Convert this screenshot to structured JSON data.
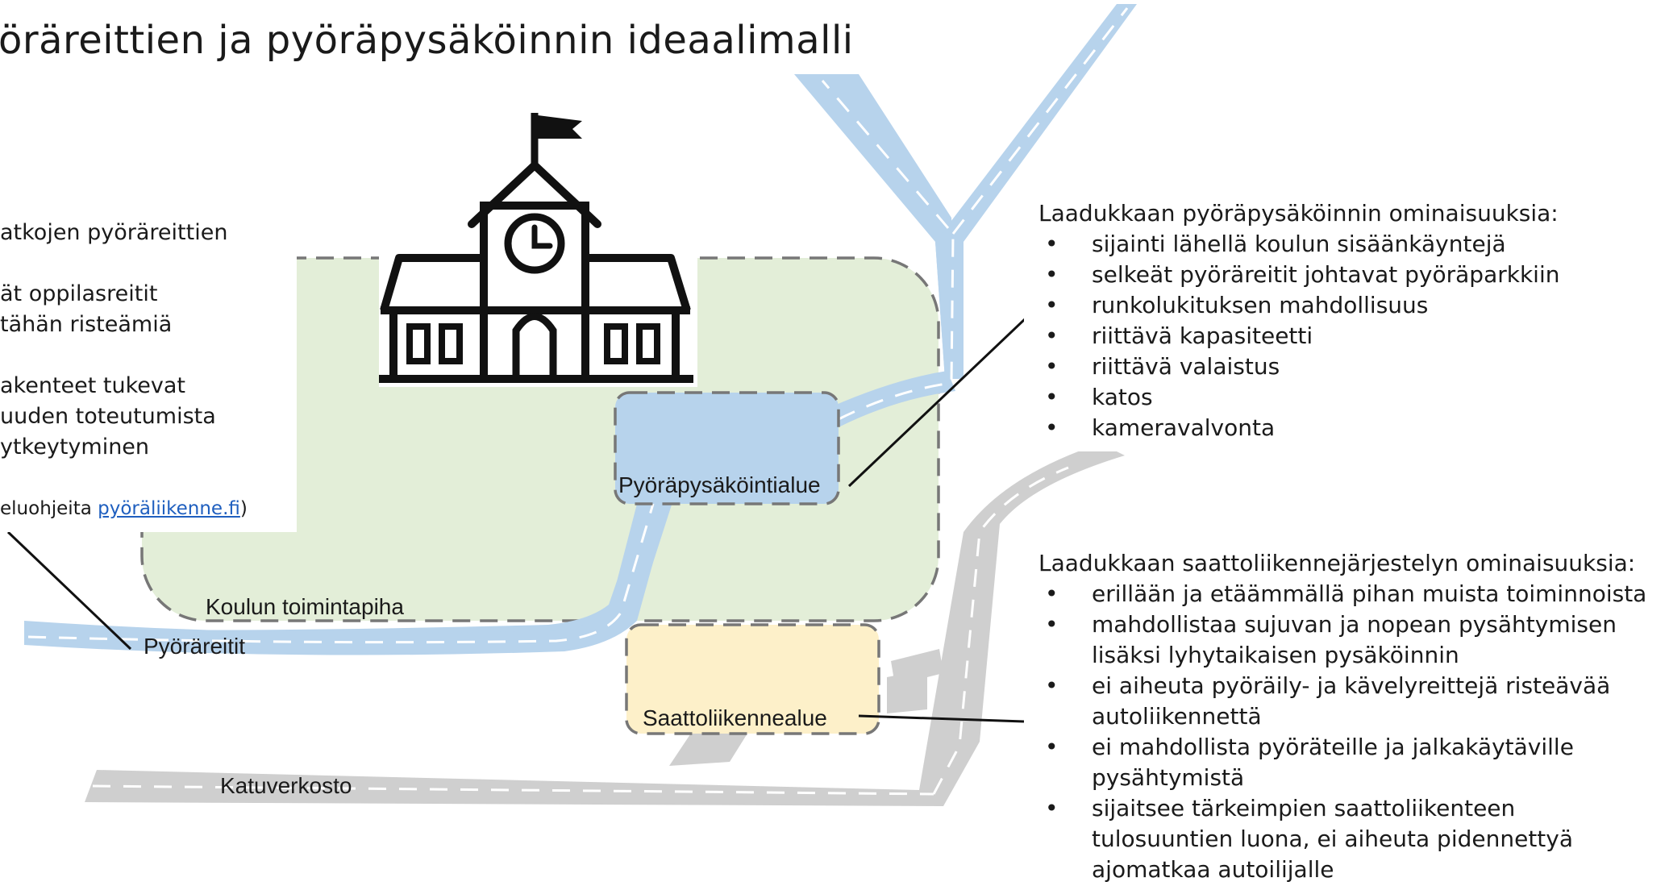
{
  "title": "öräreittien ja pyöräpysäköinnin ideaalimalli",
  "left_text": {
    "lines": [
      "atkojen pyöräreittien",
      "",
      "ät oppilasreitit",
      "tähän risteämiä",
      "",
      "akenteet tukevat",
      "uuden toteutumista",
      "ytkeytyminen"
    ],
    "footnote_prefix": "eluohjeita ",
    "footnote_link": "pyöräliikenne.fi",
    "footnote_suffix": ")"
  },
  "diagram_labels": {
    "bike_parking_area": "Pyöräpysäköintialue",
    "schoolyard": "Koulun toimintapiha",
    "bike_routes": "Pyöräreitit",
    "dropoff_area": "Saattoliikennealue",
    "street_network": "Katuverkosto"
  },
  "bike_parking_panel": {
    "heading": "Laadukkaan pyöräpysäköinnin ominaisuuksia:",
    "items": [
      "sijainti lähellä koulun sisäänkäyntejä",
      "selkeät pyöräreitit johtavat pyöräparkkiin",
      "runkolukituksen mahdollisuus",
      "riittävä kapasiteetti",
      "riittävä valaistus",
      "katos",
      "kameravalvonta"
    ]
  },
  "dropoff_panel": {
    "heading": "Laadukkaan saattoliikennejärjestelyn ominaisuuksia:",
    "items": [
      [
        "erillään ja etäämmällä pihan muista toiminnoista"
      ],
      [
        "mahdollistaa sujuvan ja nopean pysähtymisen",
        "lisäksi lyhytaikaisen pysäköinnin"
      ],
      [
        "ei aiheuta pyöräily- ja kävelyreittejä risteävää",
        "autoliikennettä"
      ],
      [
        "ei mahdollista pyöräteille ja jalkakäytäville",
        "pysähtymistä"
      ],
      [
        "sijaitsee tärkeimpien saattoliikenteen",
        "tulosuuntien luona, ei aiheuta pidennettyä",
        "ajomatkaa autoilijalle"
      ]
    ]
  },
  "colors": {
    "bike_route_blue": "#b7d3ec",
    "schoolyard_green": "#e3eed8",
    "dropoff_yellow": "#fdf0c9",
    "street_gray": "#cfcfcf",
    "dash_gray": "#6e6e6e",
    "link_blue": "#1f5fbf"
  },
  "icons": [
    "school-building-icon",
    "flag-icon",
    "clock-icon"
  ]
}
